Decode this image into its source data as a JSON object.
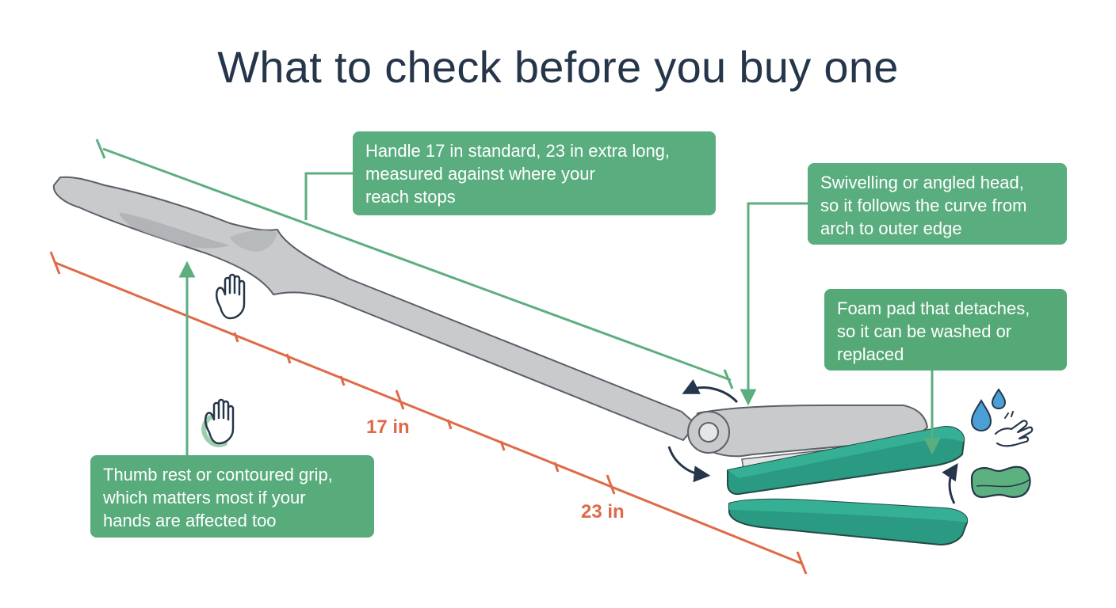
{
  "title": "What to check before you buy one",
  "callouts": {
    "handle": {
      "lines": [
        "Handle 17 in standard, 23 in extra long,",
        "measured against where your",
        "reach stops"
      ]
    },
    "head": {
      "lines": [
        "Swivelling or angled head,",
        "so it follows the curve from",
        "arch to outer edge"
      ]
    },
    "pad": {
      "lines": [
        "Foam pad that detaches,",
        "so it can be washed or",
        "replaced"
      ]
    },
    "grip": {
      "lines": [
        "Thumb rest or contoured grip,",
        "which matters most if your",
        "hands are affected too"
      ]
    }
  },
  "ruler": {
    "marks": [
      {
        "label": "17 in"
      },
      {
        "label": "23 in"
      }
    ]
  },
  "icons": [
    "hand-icon",
    "hand-gesture-icon",
    "water-drops-icon",
    "washing-hand-icon",
    "sponge-icon",
    "rotate-arrow-icon"
  ],
  "colors": {
    "callout_green": "#5aad7e",
    "ruler_orange": "#de6b47",
    "leader_green": "#5dae7f",
    "pad_teal": "#2a9a82",
    "handle_grey": "#c9cacc",
    "title_navy": "#25364a"
  }
}
